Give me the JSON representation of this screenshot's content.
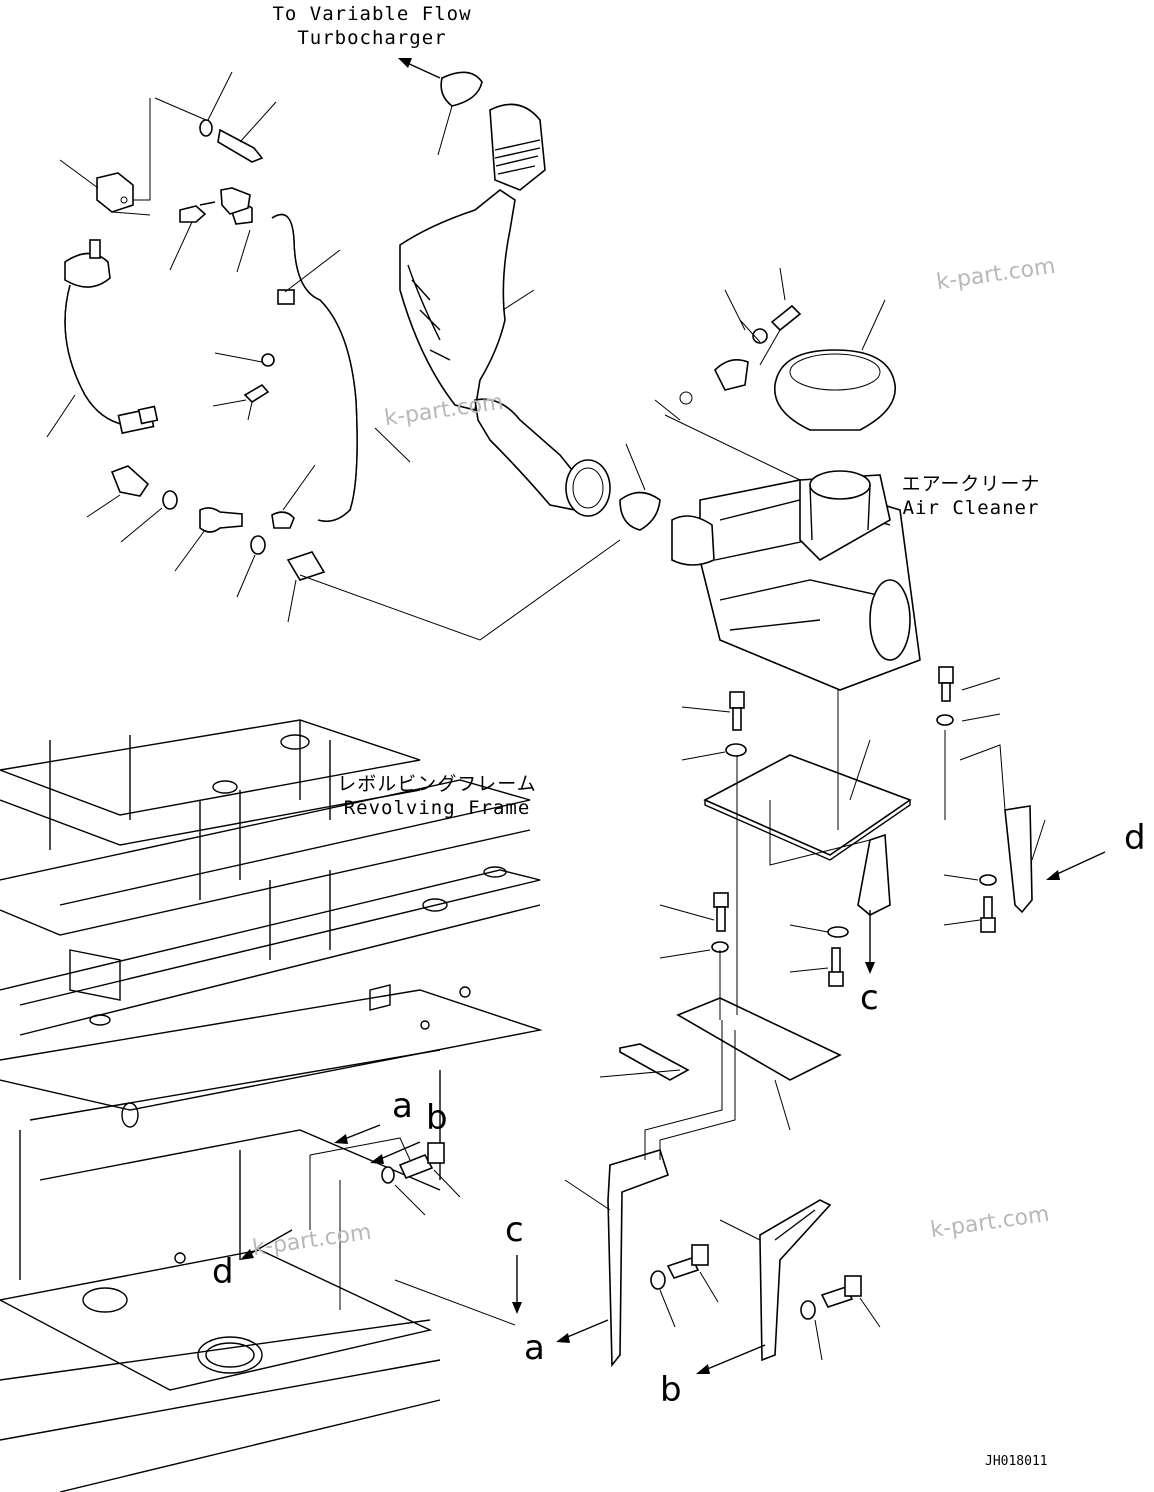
{
  "labels": {
    "turbo_line1": "To Variable Flow",
    "turbo_line2": "Turbocharger",
    "cleaner_jp": "エアークリーナ",
    "cleaner_en": "Air Cleaner",
    "frame_jp": "レボルビングフレーム",
    "frame_en": "Revolving Frame"
  },
  "reference_letters": {
    "a_top": "a",
    "b_top": "b",
    "c_left": "c",
    "d_left": "d",
    "c_right": "c",
    "d_right": "d",
    "a_bottom": "a",
    "b_bottom": "b"
  },
  "watermarks": [
    "k-part.com",
    "k-part.com",
    "k-part.com",
    "k-part.com"
  ],
  "drawing_code": "JH018011"
}
